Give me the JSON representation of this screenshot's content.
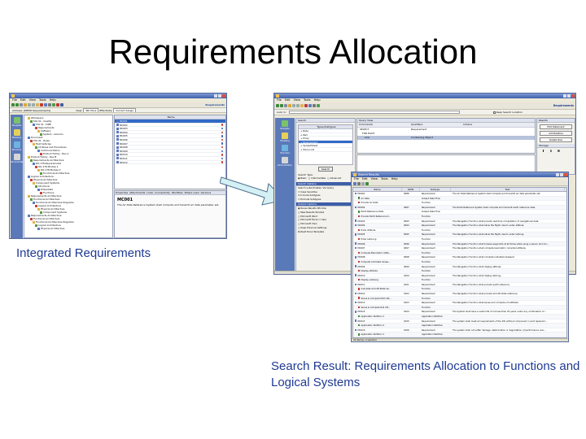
{
  "slide": {
    "title": "Requirements Allocation",
    "caption_left": "Integrated Requirements",
    "caption_right": "Search Result: Requirements Allocation to Functions and Logical Systems"
  },
  "win1": {
    "title": "",
    "menu": [
      "File",
      "Edit",
      "View",
      "Tools",
      "Help"
    ],
    "address": "Address: [DEMO Requirements]",
    "view_label": "View:",
    "view_value": "Tab Pane",
    "effectivity_label": "Effectivity:",
    "effectivity_value": "Current design",
    "brand": "Requirements",
    "side_icons": [
      "Navigate",
      "Modeling",
      "Structure",
      "Administration"
    ],
    "tree": [
      "Workspace",
      "TAS 01 - Quality",
      "TAS 01 - DME",
      "Requirements",
      "Software",
      "System - Avionics",
      "Document",
      "TAS 01 - Rules",
      "Field Vehicles",
      "CS Rules and Procedures",
      "Communications",
      "Product Family - Rev A",
      "Product Family - Rev B",
      "Requirements Architecture",
      "DO-178 Requirements",
      "DO-178 Module 1",
      "DO-178 Module 2",
      "Functional Architecture",
      "Logical Architecture",
      "Physical Architecture",
      "Component Systems",
      "Structural",
      "Embedded",
      "Functions",
      "Requirements Architecture",
      "Functional Architecture",
      "Functional Architecture Diagrams",
      "Logical Architecture",
      "Physical Architecture",
      "Component Systems",
      "Requirements Architecture",
      "Functional Architecture",
      "Functional Architecture Diagrams",
      "Logical Architecture",
      "Physical Architecture"
    ],
    "list_header": "Name",
    "list": [
      "MC001",
      "MC002",
      "MC003",
      "MC004",
      "MC005",
      "MC006",
      "MC007",
      "MC008",
      "MC009",
      "MC010",
      "MC011",
      "MC012"
    ],
    "detail_tabs": [
      "Properties",
      "Attachments",
      "Links",
      "Connectivity",
      "Workflow",
      "Where used",
      "Versions"
    ],
    "detail_id": "MC001",
    "detail_text": "The Air Data Reference System shall compute and transmit air data parameter set."
  },
  "win2": {
    "menu": [
      "File",
      "Edit",
      "View",
      "Tools",
      "Help"
    ],
    "address": "Look in:",
    "keep_search": "Keep Search Location",
    "brand": "Requirements",
    "side_icons": [
      "Navigate",
      "Modeling",
      "Structure",
      "Administration"
    ],
    "search_label": "Search",
    "scope_header": "Types/Subtypes",
    "scope_items": [
      "Note",
      "Part",
      "Proxy",
      "Requirement",
      "SpreadSheet",
      "Trace Link"
    ],
    "search_button": "Search",
    "search_type_label": "Search Type",
    "search_types": [
      "Basic",
      "Intermediate",
      "Advanced"
    ],
    "search_options_header": "Search Options",
    "search_options": [
      "Search subordinates: Via Query",
      "Case Sensitive",
      "Include Subtypes",
      "Exclude Subtypes"
    ],
    "output_header": "Output Options",
    "output_options": [
      "Reuse Results Window",
      "New Results Window",
      "Microsoft Word",
      "Microsoft Excel",
      "Microsoft Visio",
      "Keep Previous Settings",
      "Default Excel Template"
    ],
    "output_user": "User",
    "query_header": "Query View",
    "query_cols": [
      "Commands",
      "Qualifiers",
      "Criteria"
    ],
    "query_rows": [
      [
        "SELECT",
        "Requirement",
        ""
      ],
      [
        "FOR EACH",
        "",
        ""
      ],
      [
        "Link",
        "Containing Object",
        ""
      ]
    ],
    "right_header": "Results",
    "right_buttons": [
      "Edit Statement",
      "Add Relative",
      "Delete Row"
    ],
    "storage_label": "Storage"
  },
  "win3": {
    "title": "Search Results",
    "menu": [
      "File",
      "Edit",
      "View",
      "Tools",
      "Help"
    ],
    "cols": [
      "Name",
      "ROIN",
      "Subtype",
      "Text"
    ],
    "rows": [
      [
        "MC001",
        "0086",
        "Requirement",
        "The Air Data Reference System shall compute and transmit air data parameter set."
      ],
      [
        "Air Data",
        "",
        "Output Data Flow",
        ""
      ],
      [
        "Provide Air Data",
        "",
        "Function",
        ""
      ],
      [
        "MC002",
        "0087",
        "Requirement",
        "The Earth Reference System shall compute and transmit earth reference data."
      ],
      [
        "Earth Reference Data",
        "",
        "Output Data Flow",
        ""
      ],
      [
        "Provide Earth Reference D...",
        "",
        "Function",
        ""
      ],
      [
        "MC003",
        "0093",
        "Requirement",
        "The Navigation Function shall provide real time computation of navigational data."
      ],
      [
        "MC004",
        "0094",
        "Requirement",
        "The Navigation Function shall allow the flight crew to enter altitude."
      ],
      [
        "Enter Altitude",
        "",
        "Function",
        ""
      ],
      [
        "MC005",
        "0095",
        "Requirement",
        "The Navigation Function shall allow the flight crew to enter lat/long."
      ],
      [
        "Enter Lat/Long",
        "",
        "Function",
        ""
      ],
      [
        "MC006",
        "0096",
        "Requirement",
        "The Navigation Function shall browse waypoints at all times while using a sensor and dur..."
      ],
      [
        "MC007",
        "0097",
        "Requirement",
        "The Navigation Function shall compute barometric corrected altitude."
      ],
      [
        "Compute Barometric Altitu...",
        "",
        "Function",
        ""
      ],
      [
        "MC008",
        "0098",
        "Requirement",
        "The Navigation Function shall compute indicated airspeed."
      ],
      [
        "Compute Indicated Airspe...",
        "",
        "Function",
        ""
      ],
      [
        "MC009",
        "0099",
        "Requirement",
        "The Navigation Function shall display altitude."
      ],
      [
        "Display Altitude",
        "",
        "Function",
        ""
      ],
      [
        "MC010",
        "0100",
        "Requirement",
        "The Navigation Function shall display lat/long."
      ],
      [
        "Display Lat/Long",
        "",
        "Function",
        ""
      ],
      [
        "MC011",
        "0101",
        "Requirement",
        "The Navigation Function shall provide earth reference."
      ],
      [
        "Calculate Aircraft State Ve...",
        "",
        "Function",
        ""
      ],
      [
        "MC012",
        "0102",
        "Requirement",
        "The Navigation Function shall provide aircraft state reference."
      ],
      [
        "Sense & Compute Pitch Att...",
        "",
        "Function",
        ""
      ],
      [
        "MC013",
        "0103",
        "Requirement",
        "The Navigation Function shall sense and compute roll attitude."
      ],
      [
        "Sense & Compute Roll Att...",
        "",
        "Function",
        ""
      ],
      [
        "MC014",
        "0104",
        "Requirement",
        "The System shall have a useful life of not less than 20 years under any combination of ..."
      ],
      [
        "Application Partition 1",
        "",
        "Application Partition",
        ""
      ],
      [
        "MC015",
        "0105",
        "Requirement",
        "The system shall meet all requirements of the ICD without component or part replacem..."
      ],
      [
        "Application Partition 2",
        "",
        "Application Partition",
        ""
      ],
      [
        "MC016",
        "0106",
        "Requirement",
        "The system shall not suffer damage, deterioration or degradation of performance, bec..."
      ],
      [
        "Application Partition 1",
        "",
        "Application Partition",
        ""
      ]
    ],
    "status": "32 Item(s), 0 selected"
  }
}
